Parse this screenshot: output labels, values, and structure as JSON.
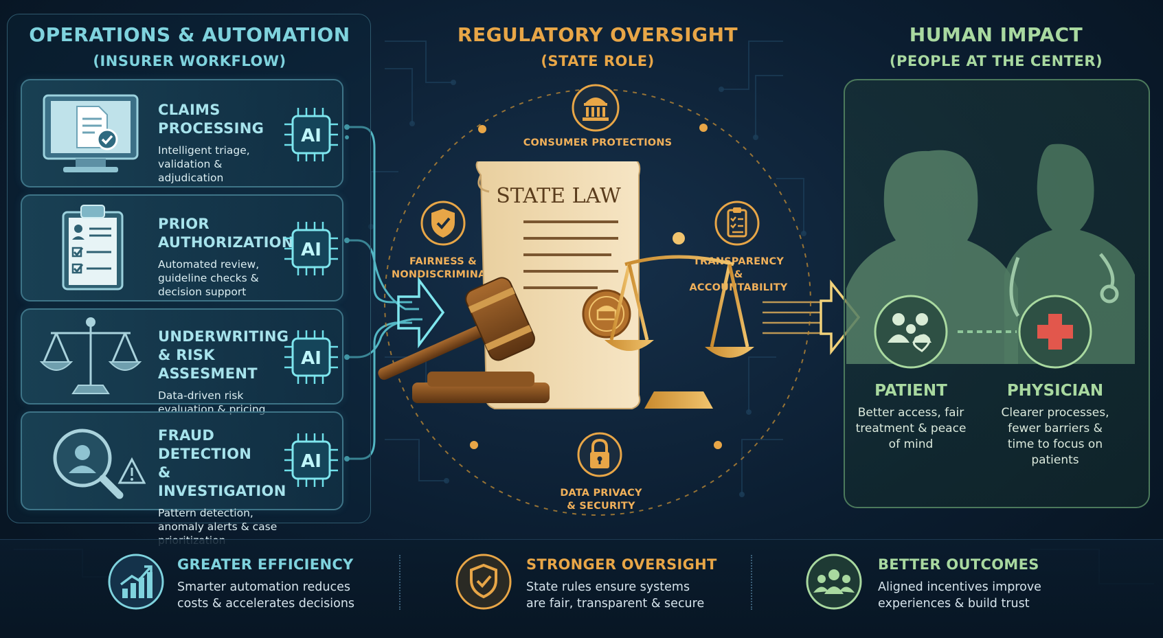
{
  "operations": {
    "title": "OPERATIONS & AUTOMATION",
    "subtitle": "(INSURER WORKFLOW)",
    "items": [
      {
        "title_line1": "CLAIMS",
        "title_line2": "PROCESSING",
        "desc": "Intelligent triage, validation & adjudication",
        "chip": "AI",
        "icon": "monitor-document-icon"
      },
      {
        "title_line1": "PRIOR",
        "title_line2": "AUTHORIZATION",
        "desc": "Automated review, guideline checks & decision support",
        "chip": "AI",
        "icon": "clipboard-checklist-icon"
      },
      {
        "title_line1": "UNDERWRITING",
        "title_line2": "& RISK ASSESMENT",
        "desc": "Data-driven risk evaluation & pricing",
        "chip": "AI",
        "icon": "balance-scale-icon"
      },
      {
        "title_line1": "FRAUD DETECTION",
        "title_line2": "& INVESTIGATION",
        "desc": "Pattern detection, anomaly alerts & case prioritization",
        "chip": "AI",
        "icon": "magnifier-warning-icon"
      }
    ]
  },
  "regulatory": {
    "title": "REGULATORY OVERSIGHT",
    "subtitle": "(STATE ROLE)",
    "document_title": "STATE LAW",
    "pillars": {
      "consumer": "CONSUMER PROTECTIONS",
      "fairness_line1": "FAIRNESS &",
      "fairness_line2": "NONDISCRIMINATION",
      "transparency_line1": "TRANSPARENCY &",
      "transparency_line2": "ACCOUNTABILITY",
      "privacy_line1": "DATA PRIVACY",
      "privacy_line2": "& SECURITY"
    }
  },
  "human": {
    "title": "HUMAN IMPACT",
    "subtitle": "(PEOPLE AT THE CENTER)",
    "patient": {
      "name": "PATIENT",
      "desc_line1": "Better access, fair",
      "desc_line2": "treatment & peace",
      "desc_line3": "of mind"
    },
    "physician": {
      "name": "PHYSICIAN",
      "desc_line1": "Clearer processes,",
      "desc_line2": "fewer barriers &",
      "desc_line3": "time to focus on",
      "desc_line4": "patients"
    }
  },
  "outcomes": [
    {
      "title": "GREATER EFFICIENCY",
      "desc_line1": "Smarter automation reduces",
      "desc_line2": "costs & accelerates decisions",
      "color": "#7fd3de"
    },
    {
      "title": "STRONGER OVERSIGHT",
      "desc_line1": "State rules ensure systems",
      "desc_line2": "are fair, transparent & secure",
      "color": "#e8a647"
    },
    {
      "title": "BETTER OUTCOMES",
      "desc_line1": "Aligned incentives improve",
      "desc_line2": "experiences & build trust",
      "color": "#a9d9a0"
    }
  ],
  "colors": {
    "teal": "#7fd3de",
    "gold": "#e8a647",
    "green": "#a9d9a0",
    "background": "#0b1d30"
  }
}
